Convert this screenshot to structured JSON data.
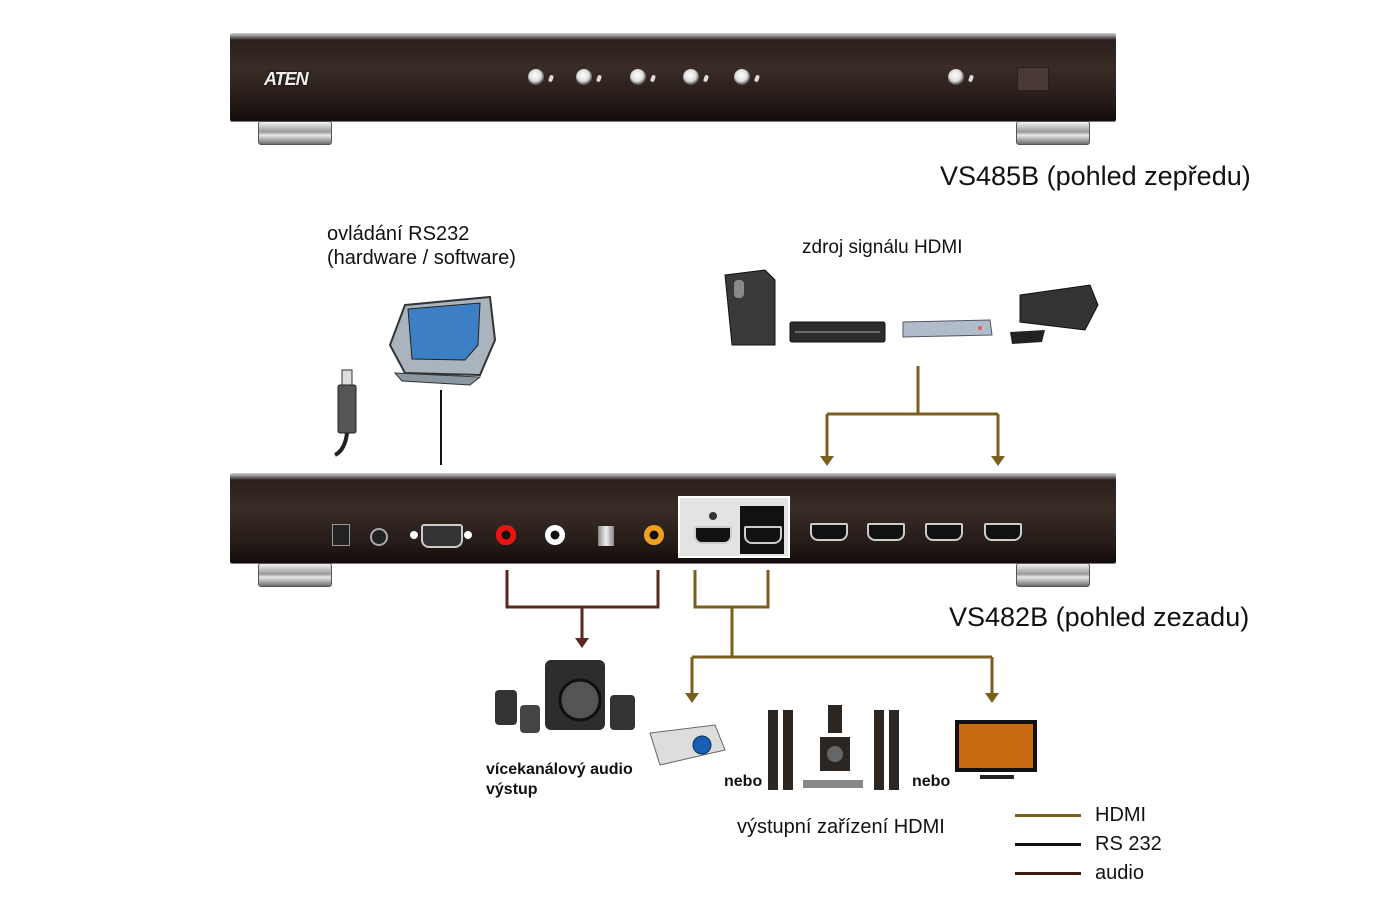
{
  "front_device": {
    "brand": "ATEN",
    "caption": "VS485B (pohled zepředu)",
    "port_buttons": 5,
    "extra_buttons": 1
  },
  "rear_device": {
    "caption": "VS482B (pohled zezadu)",
    "ports": [
      "power-jack",
      "audio-jack",
      "rs232-db9",
      "audio-rca-red",
      "audio-rca-white",
      "optical-toslink",
      "coaxial-orange",
      "hdmi-out-1",
      "hdmi-out-2",
      "hdmi-in-1",
      "hdmi-in-2",
      "hdmi-in-3",
      "hdmi-in-4"
    ]
  },
  "labels": {
    "rs232_control_line1": "ovládání RS232",
    "rs232_control_line2": "(hardware / software)",
    "hdmi_source": "zdroj signálu HDMI",
    "audio_out_line1": "vícekanálový audio",
    "audio_out_line2": "výstup",
    "or_1": "nebo",
    "or_2": "nebo",
    "hdmi_output": "výstupní zařízení HDMI"
  },
  "sources": [
    "pc-tower",
    "dvd-player",
    "set-top-box",
    "game-console"
  ],
  "outputs": [
    "projector",
    "home-theater",
    "tv"
  ],
  "legend": [
    {
      "label": "HDMI",
      "color": "#7a5e1e"
    },
    {
      "label": "RS 232",
      "color": "#111111"
    },
    {
      "label": "audio",
      "color": "#3a1a12"
    }
  ],
  "colors": {
    "hdmi": "#7a5e1e",
    "rs232": "#111111",
    "audio": "#5a2a1e"
  }
}
